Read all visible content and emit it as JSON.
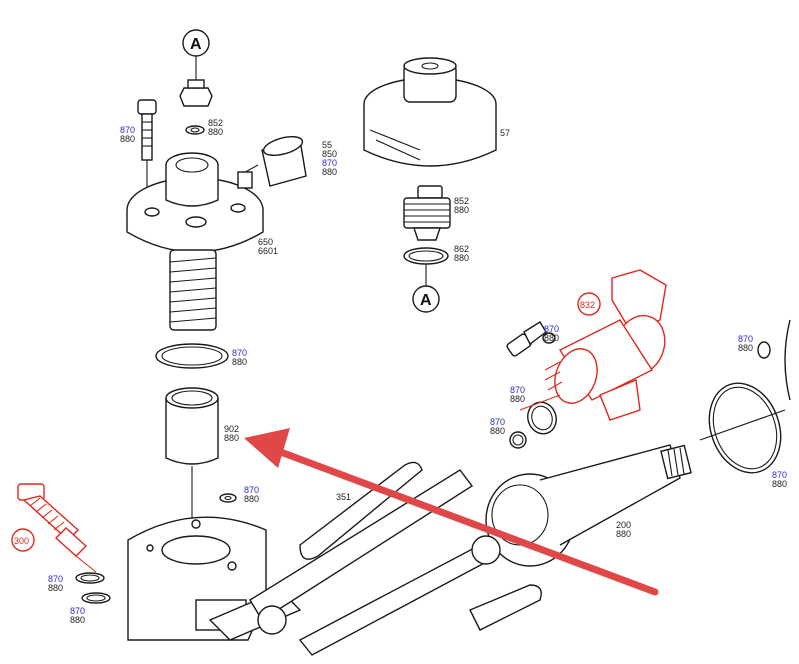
{
  "colors": {
    "line": "#1a1a1a",
    "highlight": "#e0281e",
    "blue_label": "#2a2acc",
    "arrow": "#e04848"
  },
  "ref_marks": {
    "top": "A",
    "bottom": "A"
  },
  "labels": {
    "p57": "57",
    "p852a": "852",
    "p880a": "880",
    "p55": "55",
    "p850": "850",
    "p870a": "870",
    "p880b": "880",
    "p870b": "870",
    "p880c": "880",
    "p650": "650",
    "p6601": "6601",
    "p852b": "852",
    "p880d": "880",
    "p862": "862",
    "p880e": "880",
    "p870c": "870",
    "p880f": "880",
    "p902": "902",
    "p880g": "880",
    "p870d": "870",
    "p880h": "880",
    "p351": "351",
    "p200": "200",
    "p880i": "880",
    "p300": "300",
    "p870e": "870",
    "p880j": "880",
    "p870f": "870",
    "p880k": "880",
    "p832": "832",
    "p870g": "870",
    "p880l": "880",
    "p870h": "870",
    "p880m": "880",
    "p870i": "870",
    "p880n": "880",
    "p870j": "870",
    "p880o": "880",
    "p870k": "870",
    "p880p": "880"
  }
}
